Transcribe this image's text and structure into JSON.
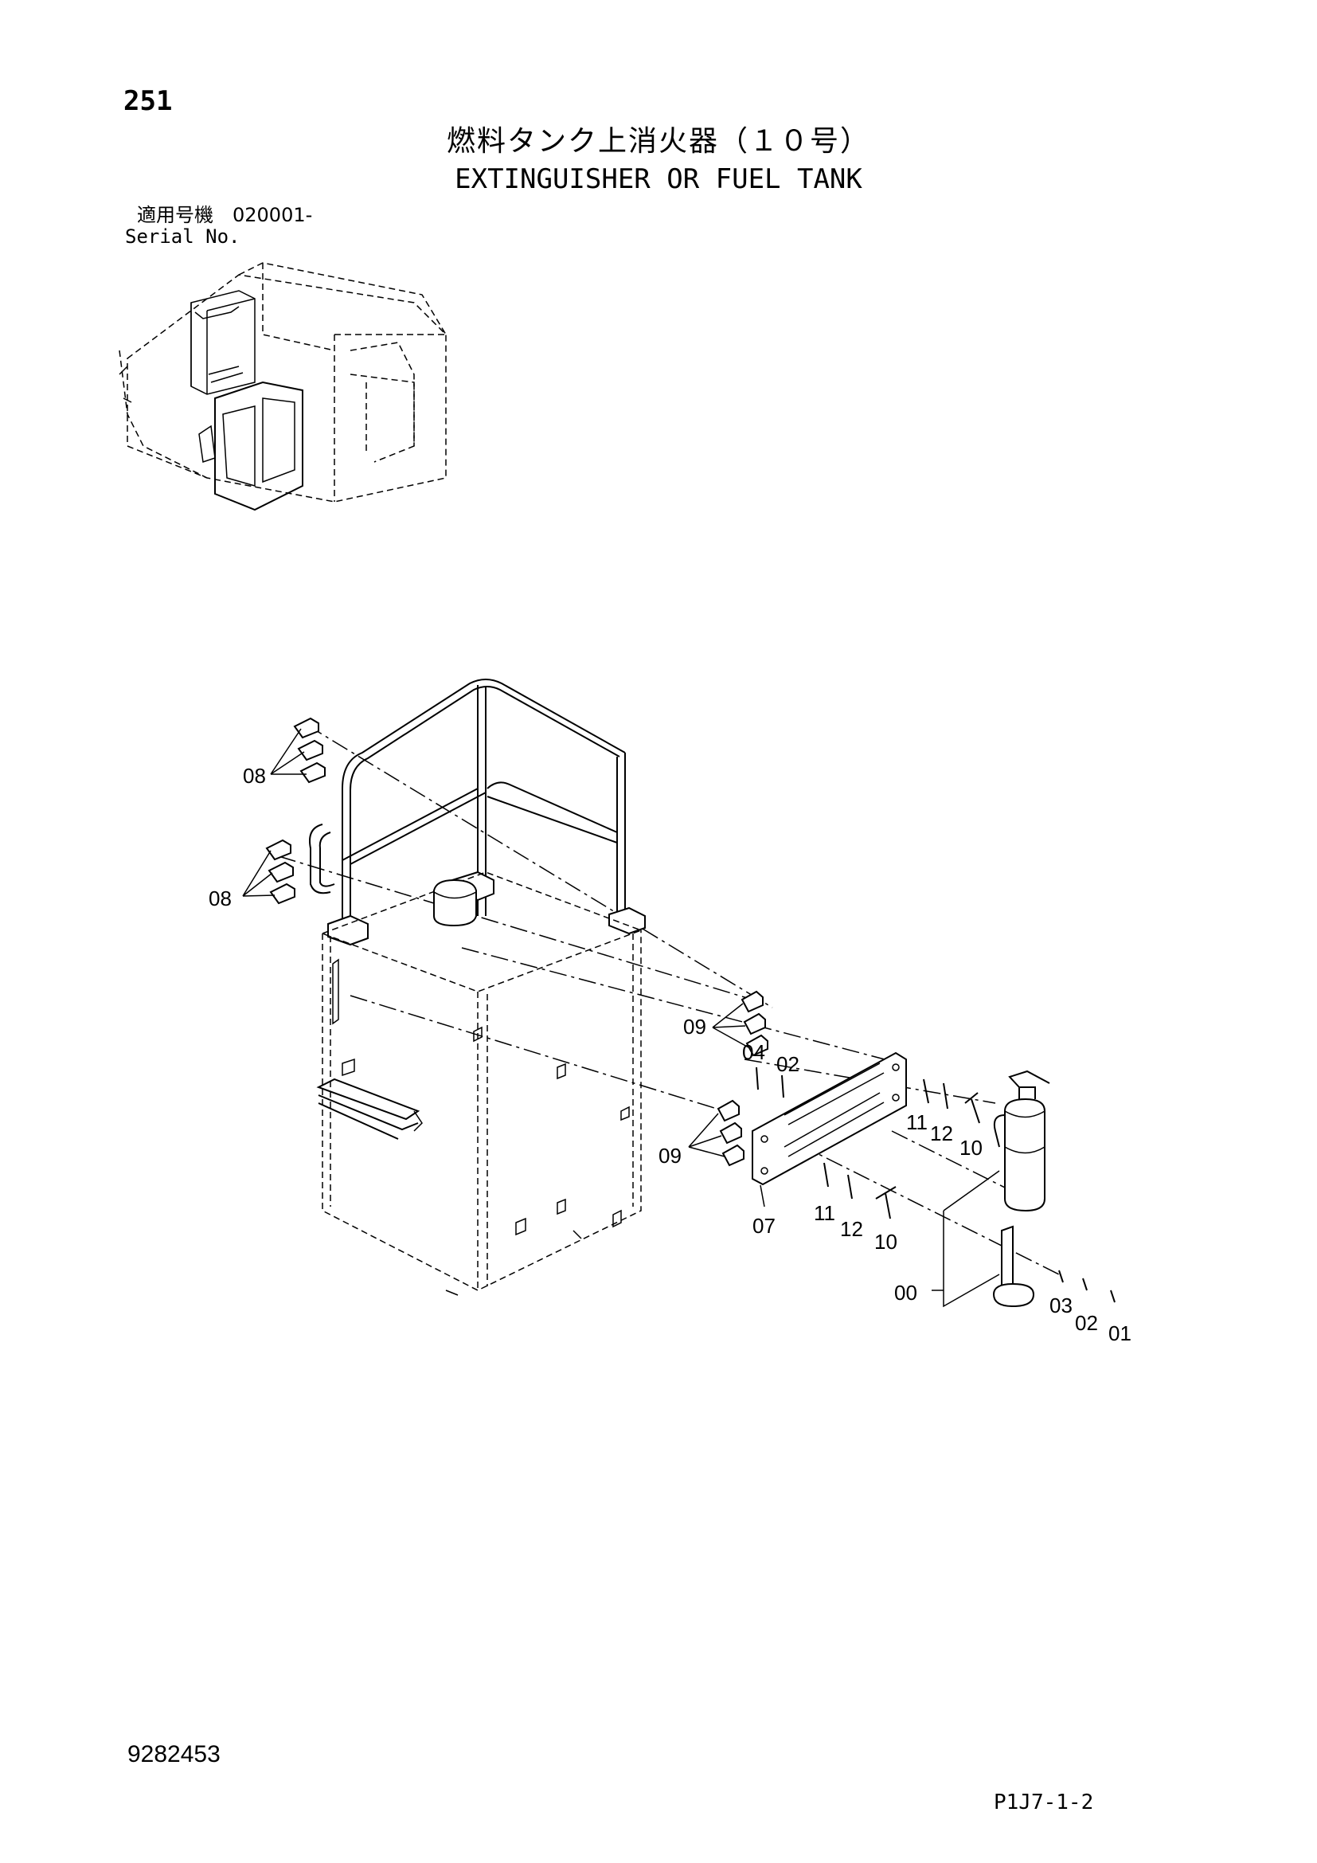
{
  "page": {
    "number": "251",
    "title_jp": "燃料タンク上消火器（１０号）",
    "title_en": "EXTINGUISHER OR FUEL TANK",
    "serial_jp": "適用号機　020001-",
    "serial_en": "Serial No.",
    "doc_number": "9282453",
    "page_code": "P1J7-1-2"
  },
  "callouts": {
    "c08a": "08",
    "c08b": "08",
    "c09a": "09",
    "c04": "04",
    "c02a": "02",
    "c09b": "09",
    "c11a": "11",
    "c12a": "12",
    "c10a": "10",
    "c07": "07",
    "c11b": "11",
    "c12b": "12",
    "c10b": "10",
    "c00": "00",
    "c03": "03",
    "c02b": "02",
    "c01": "01"
  }
}
